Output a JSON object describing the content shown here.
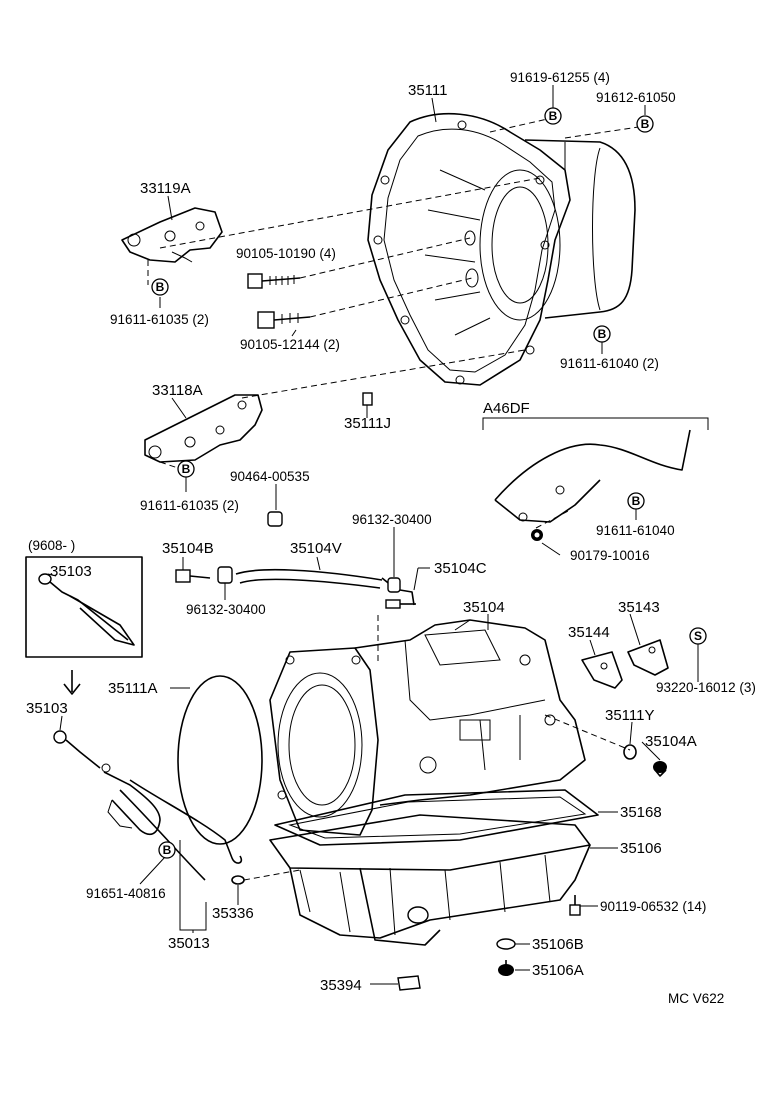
{
  "diagram": {
    "parts": {
      "p35111": "35111",
      "p91619": "91619-61255 (4)",
      "p91612": "91612-61050",
      "p33119A": "33119A",
      "p90105_10190": "90105-10190 (4)",
      "p91611_61035_a": "91611-61035 (2)",
      "p90105_12144": "90105-12144 (2)",
      "p91611_61040_2": "91611-61040 (2)",
      "p33118A": "33118A",
      "p35111J": "35111J",
      "pA46DF": "A46DF",
      "p91611_61035_b": "91611-61035 (2)",
      "p90464": "90464-00535",
      "p96132_a": "96132-30400",
      "p91611_61040": "91611-61040",
      "p90179": "90179-10016",
      "p9608": "(9608-          )",
      "p35103_box": "35103",
      "p35104B": "35104B",
      "p35104V": "35104V",
      "p35104C": "35104C",
      "p96132_b": "96132-30400",
      "p35104": "35104",
      "p35143": "35143",
      "p35144": "35144",
      "p93220": "93220-16012 (3)",
      "p35111A": "35111A",
      "p35103": "35103",
      "p35111Y": "35111Y",
      "p35104A": "35104A",
      "p35168": "35168",
      "p35106": "35106",
      "p91651": "91651-40816",
      "p35336": "35336",
      "p90119": "90119-06532 (14)",
      "p35013": "35013",
      "p35106B": "35106B",
      "p35394": "35394",
      "p35106A": "35106A"
    },
    "marks": {
      "b": "B",
      "s": "S"
    },
    "footer": "MC  V622"
  }
}
